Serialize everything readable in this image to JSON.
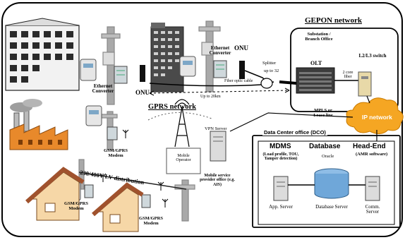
{
  "gepon": {
    "title": "GEPON network",
    "substation": "Substation / Branch Office",
    "olt": "OLT",
    "switch": "L2/L3 switch",
    "fiber": "2 core fiber",
    "splitter": "Splitter",
    "splitter_ratio": "up to 32",
    "fiber_cable": "Fiber optic cable",
    "distance": "Up to 20km"
  },
  "premises": {
    "eth_conv_left": "Ethernet Converter",
    "onu_left": "ONU",
    "eth_conv_right": "Ethernet Converter",
    "onu_right": "ONU"
  },
  "gprs": {
    "title": "GPRS network",
    "operator": "Mobile Operator",
    "vpn": "VPN Server",
    "provider": "Mobile service provider office (e.g. AIS)",
    "modem_factory": "GSM/GPRS Modem",
    "modem_house1": "GSM/GPRS Modem",
    "modem_house2": "GSM/GPRS Modem"
  },
  "lv": {
    "label": "230/400V LV distribution"
  },
  "wan": {
    "mpls": "MPLS or Lease line",
    "ip": "IP network"
  },
  "dco": {
    "title": "Data Center office (DCO)",
    "mdms": "MDMS",
    "mdms_desc": "(Load profile, TOU, Tamper detection)",
    "database": "Database",
    "database_desc": "Oracle",
    "headend": "Head-End",
    "headend_desc": "(AMR software)",
    "app_server": "App. Server",
    "db_server": "Database Server",
    "comm_server": "Comm. Server"
  },
  "colors": {
    "cloud": "#f5a623",
    "olt_body": "#3c3c3c",
    "factory": "#e8892b",
    "roof": "#a0522d",
    "db": "#6fa7d9"
  }
}
